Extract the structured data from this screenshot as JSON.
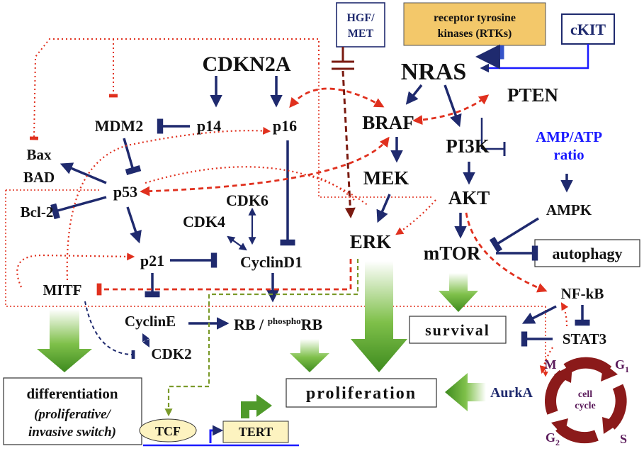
{
  "nodes": {
    "cdkn2a": "CDKN2A",
    "hgf": "HGF/",
    "met": "MET",
    "rtk_line1": "receptor tyrosine",
    "rtk_line2": "kinases (RTKs)",
    "ckit": "cKIT",
    "nras": "NRAS",
    "mdm2": "MDM2",
    "p14": "p14",
    "p16": "p16",
    "braf": "BRAF",
    "pten": "PTEN",
    "bax": "Bax",
    "bad": "BAD",
    "pi3k": "PI3K",
    "amp_line1": "AMP/ATP",
    "amp_line2": "ratio",
    "p53": "p53",
    "mek": "MEK",
    "cdk6": "CDK6",
    "bcl2": "Bcl-2",
    "akt": "AKT",
    "ampk": "AMPK",
    "cdk4": "CDK4",
    "erk": "ERK",
    "p21": "p21",
    "cyclind1": "CyclinD1",
    "mtor": "mTOR",
    "autophagy": "autophagy",
    "mitf": "MITF",
    "nfkb": "NF-kB",
    "cycline": "CyclinE",
    "rb_prefix": "RB / ",
    "rb_sup": "phospho",
    "rb_suffix": "RB",
    "survival": "survival",
    "stat3": "STAT3",
    "cdk2": "CDK2",
    "differentiation": "differentiation",
    "diff_sub1": "(proliferative/",
    "diff_sub2": "invasive switch)",
    "proliferation": "proliferation",
    "aurka": "AurkA",
    "tcf": "TCF",
    "tert": "TERT"
  },
  "cell_cycle": {
    "center_line1": "cell",
    "center_line2": "cycle",
    "M": "M",
    "G1": "G",
    "G1_sub": "1",
    "G2": "G",
    "G2_sub": "2",
    "S": "S"
  },
  "colors": {
    "navy": "#1f2a6e",
    "red": "#e0301e",
    "darkred": "#7a1a10",
    "green": "#4f9a2a",
    "olive": "#7a9a2a",
    "blue_text": "#1a1aff",
    "rtk_fill": "#f3c86a",
    "tcf_fill": "#fdf3c0",
    "cycle": "#8b1a1a",
    "cycle_text": "#5a1a5a"
  }
}
